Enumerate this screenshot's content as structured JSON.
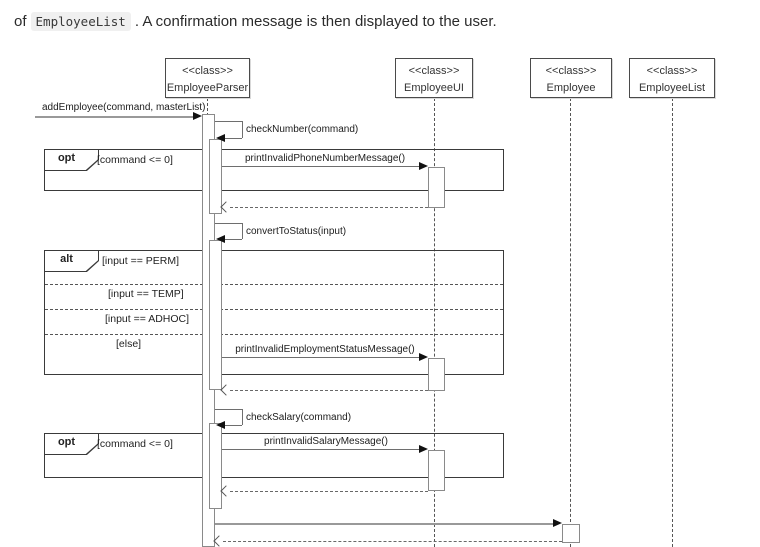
{
  "intro": {
    "prefix": "of",
    "code": "EmployeeList",
    "suffix": ". A confirmation message is then displayed to the user."
  },
  "diagram": {
    "lifelines": [
      {
        "stereotype": "<<class>>",
        "name": "EmployeeParser"
      },
      {
        "stereotype": "<<class>>",
        "name": "EmployeeUI"
      },
      {
        "stereotype": "<<class>>",
        "name": "Employee"
      },
      {
        "stereotype": "<<class>>",
        "name": "EmployeeList"
      }
    ],
    "frames": [
      {
        "operator": "opt",
        "guard": "[command <= 0]"
      },
      {
        "operator": "alt",
        "guard": "[input == PERM]",
        "sections": [
          "[input == TEMP]",
          "[input == ADHOC]",
          "[else]"
        ]
      },
      {
        "operator": "opt",
        "guard": "[command <= 0]"
      }
    ],
    "messages": {
      "add_employee": "addEmployee(command, masterList)",
      "check_number": "checkNumber(command)",
      "print_invalid_phone": "printInvalidPhoneNumberMessage()",
      "convert_to_status": "convertToStatus(input)",
      "print_invalid_employment_status": "printInvalidEmploymentStatusMessage()",
      "check_salary": "checkSalary(command)",
      "print_invalid_salary": "printInvalidSalaryMessage()"
    },
    "colors": {
      "arrow_line": "#6e6e6e",
      "frame_border": "#3a3a3a",
      "activation_border": "#8a8a8a",
      "code_chip_bg": "#f0f0f0"
    }
  }
}
